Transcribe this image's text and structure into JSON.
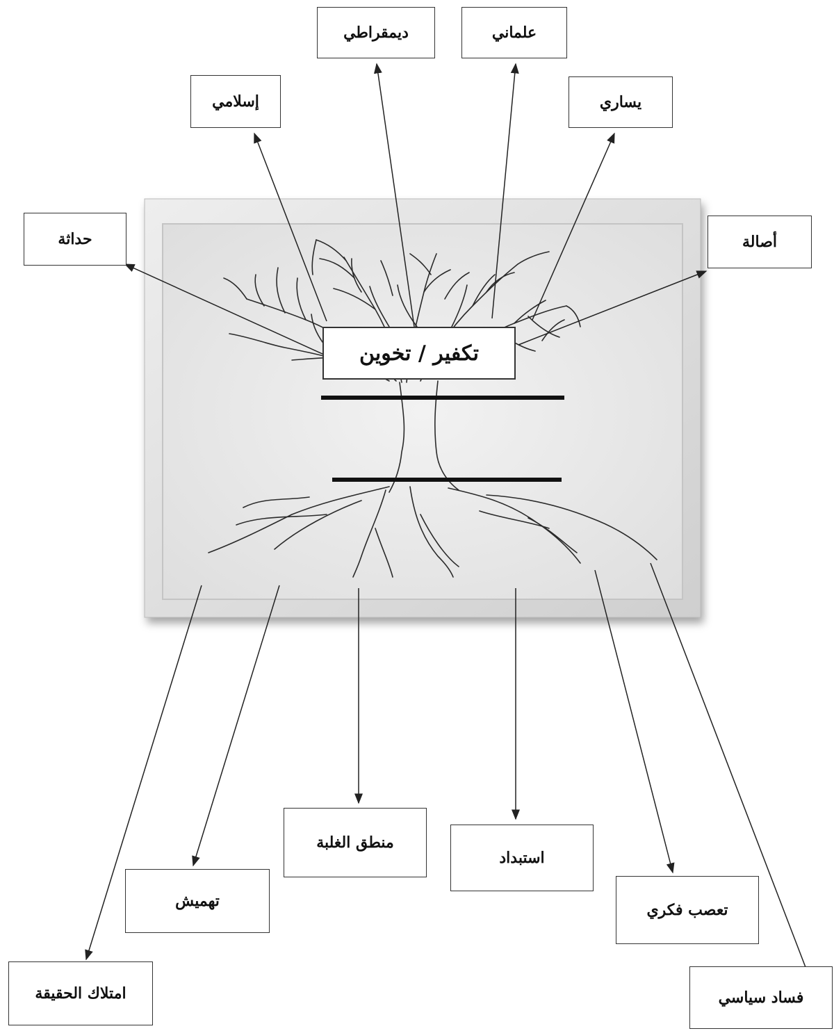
{
  "center": {
    "label": "تكفير / تخوين"
  },
  "branches": [
    {
      "id": "democratic",
      "label": "ديمقراطي"
    },
    {
      "id": "secular",
      "label": "علماني"
    },
    {
      "id": "islamic",
      "label": "إسلامي"
    },
    {
      "id": "leftist",
      "label": "يساري"
    },
    {
      "id": "modernity",
      "label": "حداثة"
    },
    {
      "id": "authenticity",
      "label": "أصالة"
    }
  ],
  "roots": [
    {
      "id": "owning-truth",
      "label": "امتلاك الحقيقة"
    },
    {
      "id": "marginalization",
      "label": "تهميش"
    },
    {
      "id": "logic-of-dominance",
      "label": "منطق الغلبة"
    },
    {
      "id": "despotism",
      "label": "استبداد"
    },
    {
      "id": "intellectual-fanaticism",
      "label": "تعصب فكري"
    },
    {
      "id": "political-corruption",
      "label": "فساد سياسي"
    }
  ],
  "colors": {
    "line": "#222222",
    "frame_outer": "#dadada",
    "frame_inner": "#e9e9e9",
    "tree": "#2a2a2a"
  }
}
